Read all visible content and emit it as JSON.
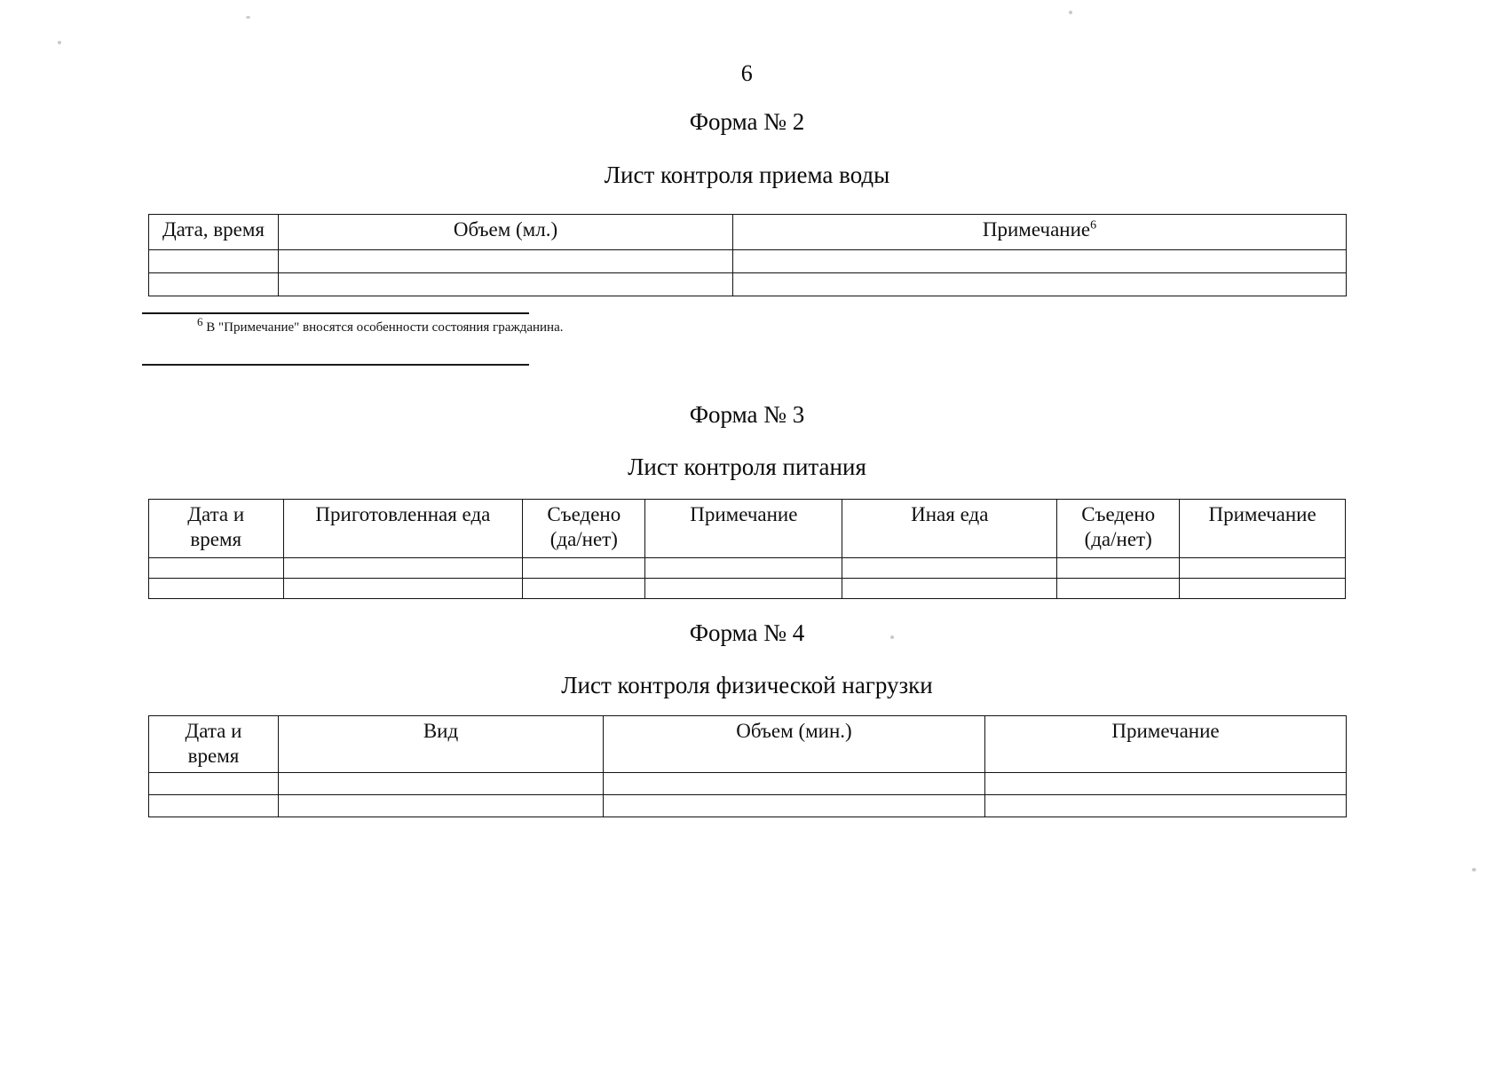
{
  "document": {
    "page_number": "6",
    "language": "ru"
  },
  "sections": [
    {
      "form_label": "Форма № 2",
      "form_title": "Лист контроля приема воды",
      "table": {
        "headers": [
          "Дата, время",
          "Объем (мл.)",
          "Примечание"
        ],
        "header_superscripts": [
          "",
          "",
          "6"
        ],
        "blank_rows": 2,
        "rows": [
          [
            "",
            "",
            ""
          ],
          [
            "",
            "",
            ""
          ]
        ]
      }
    },
    {
      "form_label": "Форма № 3",
      "form_title": "Лист контроля питания",
      "table": {
        "headers": [
          "Дата и\nвремя",
          "Приготовленная еда",
          "Съедено\n(да/нет)",
          "Примечание",
          "Иная еда",
          "Съедено\n(да/нет)",
          "Примечание"
        ],
        "blank_rows": 2,
        "rows": [
          [
            "",
            "",
            "",
            "",
            "",
            "",
            ""
          ],
          [
            "",
            "",
            "",
            "",
            "",
            "",
            ""
          ]
        ]
      }
    },
    {
      "form_label": "Форма № 4",
      "form_title": "Лист контроля физической нагрузки",
      "table": {
        "headers": [
          "Дата и\nвремя",
          "Вид",
          "Объем (мин.)",
          "Примечание"
        ],
        "blank_rows": 2,
        "rows": [
          [
            "",
            "",
            "",
            ""
          ],
          [
            "",
            "",
            "",
            ""
          ]
        ]
      }
    }
  ],
  "footnote": {
    "marker": "6",
    "text": "В \"Примечание\" вносятся особенности состояния гражданина."
  },
  "table1_headers": {
    "c0": "Дата, время",
    "c1": "Объем (мл.)",
    "c2": "Примечание",
    "c2_sup": "6"
  },
  "table2_headers": {
    "c0_l1": "Дата и",
    "c0_l2": "время",
    "c1": "Приготовленная еда",
    "c2_l1": "Съедено",
    "c2_l2": "(да/нет)",
    "c3": "Примечание",
    "c4": "Иная еда",
    "c5_l1": "Съедено",
    "c5_l2": "(да/нет)",
    "c6": "Примечание"
  },
  "table3_headers": {
    "c0_l1": "Дата и",
    "c0_l2": "время",
    "c1": "Вид",
    "c2": "Объем (мин.)",
    "c3": "Примечание"
  },
  "labels": {
    "form2": "Форма № 2",
    "form3": "Форма № 3",
    "form4": "Форма № 4",
    "title2": "Лист контроля приема воды",
    "title3": "Лист контроля питания",
    "title4": "Лист контроля физической нагрузки"
  }
}
